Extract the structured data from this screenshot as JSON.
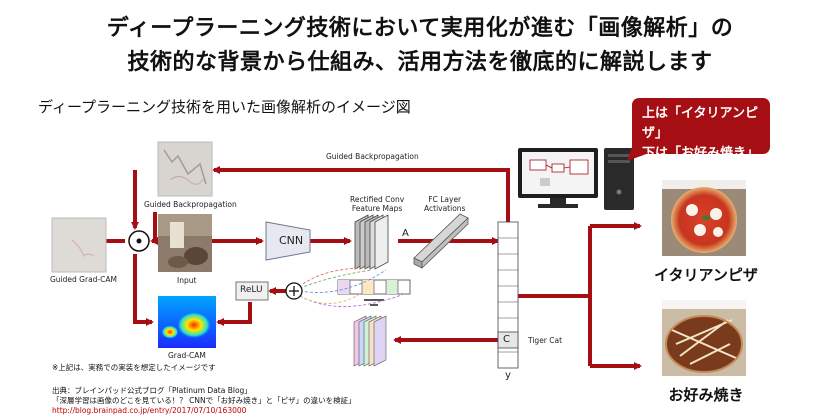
{
  "title_line1": "ディープラーニング技術において実用化が進む「画像解析」の",
  "title_line2": "技術的な背景から仕組み、活用方法を徹底的に解説します",
  "subtitle": "ディープラーニング技術を用いた画像解析のイメージ図",
  "diagram": {
    "guided_backprop_top": "Guided Backpropagation",
    "guided_backprop_img": "Guided Backpropagation",
    "guided_gradcam": "Guided Grad-CAM",
    "input": "Input",
    "grad_cam": "Grad-CAM",
    "relu": "ReLU",
    "cnn": "CNN",
    "rectified_conv_1": "Rectified Conv",
    "rectified_conv_2": "Feature Maps",
    "fc_1": "FC Layer",
    "fc_2": "Activations",
    "a_label": "A",
    "c_label": "C",
    "tiger_cat": "Tiger Cat",
    "y_label": "y"
  },
  "callout": {
    "line1": "上は「イタリアンピザ」",
    "line2": "下は「お好み焼き」"
  },
  "outputs": {
    "pizza": "イタリアンピザ",
    "okonomiyaki": "お好み焼き"
  },
  "note": "※上記は、実務での実装を想定したイメージです",
  "source": {
    "line1": "出典：ブレインパッド公式ブログ「Platinum Data Blog」",
    "line2": "「深層学習は画像のどこを見ている！？ CNNで「お好み焼き」と「ピザ」の違いを検証」",
    "url": "http://blog.brainpad.co.jp/entry/2017/07/10/163000"
  },
  "colors": {
    "arrow": "#a50e12",
    "callout": "#a50e12"
  }
}
